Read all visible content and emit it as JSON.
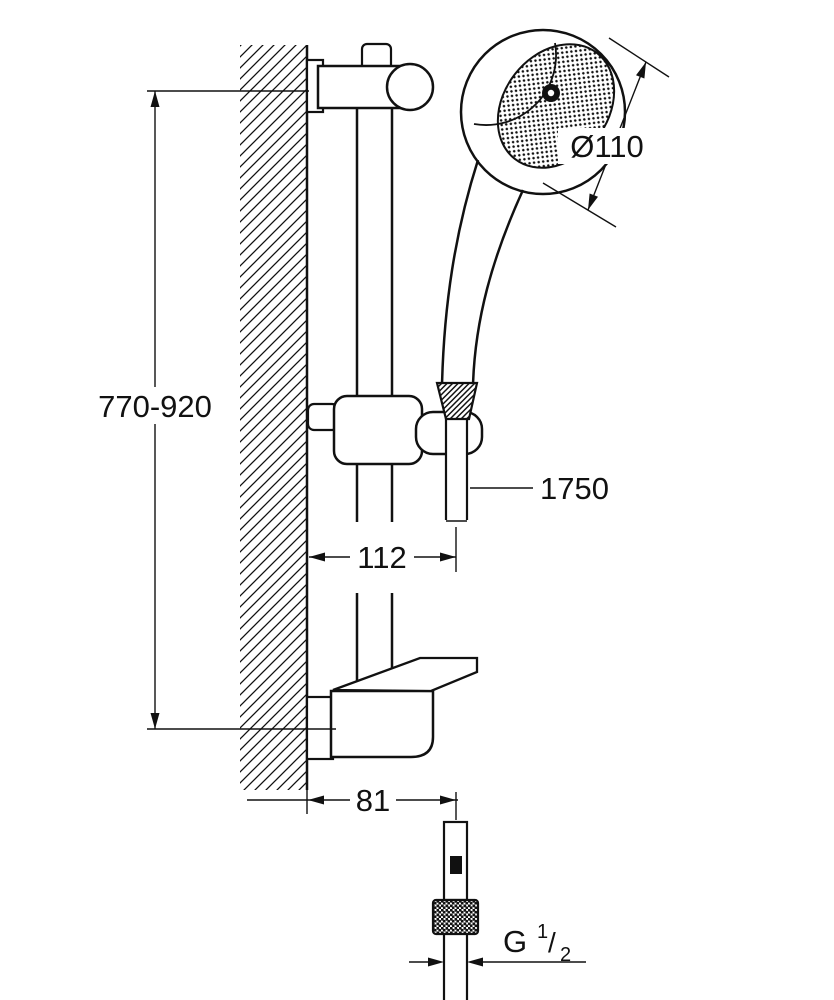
{
  "page": {
    "background": "#ffffff",
    "line_color": "#111111"
  },
  "drawing": {
    "type": "technical-dimension-drawing",
    "subject": "wall-mounted shower rail set with hand shower and hose",
    "dimensions": {
      "rail_height_range": "770-920",
      "head_diameter": "Ø110",
      "hose_length": "1750",
      "offset_top": "112",
      "offset_bottom": "81",
      "thread_prefix": "G",
      "thread_numerator": "1",
      "thread_slash": "/",
      "thread_denominator": "2"
    }
  }
}
